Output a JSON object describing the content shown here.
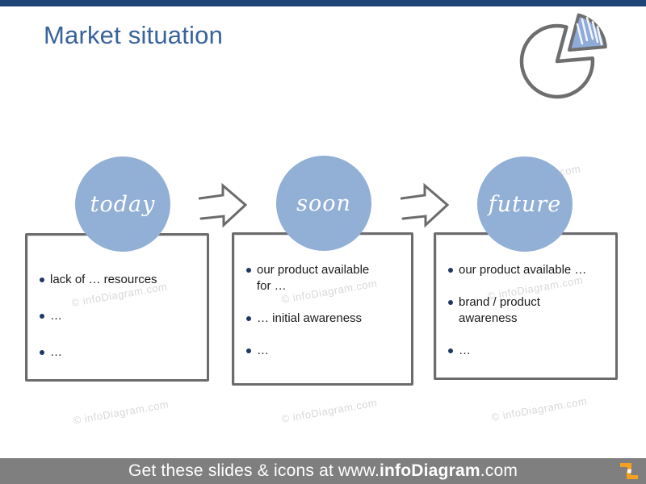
{
  "slide": {
    "title": "Market situation",
    "watermark": "© infoDiagram.com"
  },
  "stages": [
    {
      "label": "today",
      "bullets": [
        "lack of … resources",
        "…",
        "…"
      ]
    },
    {
      "label": "soon",
      "bullets": [
        "our product available\nfor …",
        "… initial awareness",
        "…"
      ]
    },
    {
      "label": "future",
      "bullets": [
        "our product available …",
        "brand / product\nawareness",
        "…"
      ]
    }
  ],
  "footer": {
    "prefix": "Get these slides & icons at www.",
    "brand": "infoDiagram",
    "suffix": ".com"
  },
  "colors": {
    "top_bar": "#1f4478",
    "title": "#38639c",
    "circle_fill": "#92afd6",
    "circle_text": "#ffffff",
    "box_border": "#6b6b6b",
    "bullet_dot": "#1f3864",
    "body_text": "#1a1a1a",
    "arrow_stroke": "#6b6b6b",
    "footer_bg": "#7f7f7f",
    "footer_text": "#ffffff",
    "logo_orange": "#f5a11f",
    "watermark": "#d8d8d8",
    "pie_outline": "#6e6e6e",
    "pie_slice_fill": "#8fabd9"
  },
  "icons": {
    "header_icon": "pie-chart-sketch-icon",
    "connector_icon": "arrow-right-sketch-icon",
    "footer_icon": "infodiagram-logo-icon"
  }
}
